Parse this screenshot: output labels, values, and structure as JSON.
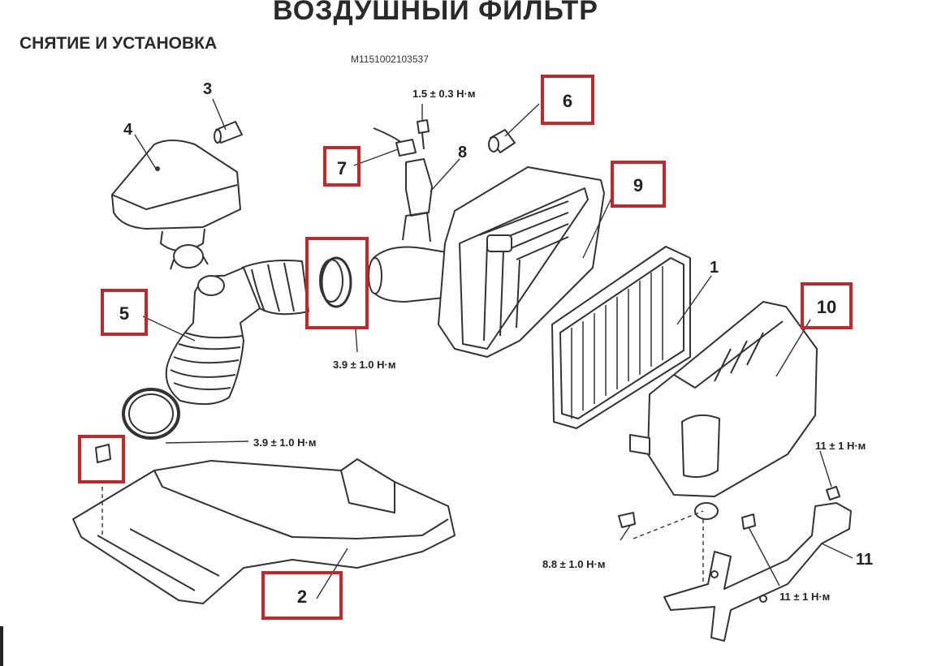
{
  "header": {
    "title": "ВОЗДУШНЫЙ ФИЛЬТР",
    "subtitle": "СНЯТИЕ И УСТАНОВКА",
    "doc_id": "M1151002103537"
  },
  "part_labels": {
    "p1": "1",
    "p2": "2",
    "p3": "3",
    "p4": "4",
    "p5": "5",
    "p6": "6",
    "p7": "7",
    "p8": "8",
    "p9": "9",
    "p10": "10",
    "p11": "11"
  },
  "torque_specs": {
    "sensor_bolt": "1.5 ± 0.3 Н·м",
    "clamp_upper": "3.9 ± 1.0 Н·м",
    "clamp_lower": "3.9 ± 1.0 Н·м",
    "housing_bolt": "8.8 ± 1.0 Н·м",
    "bracket_nut_upper": "11 ± 1 Н·м",
    "bracket_nut_lower": "11 ± 1 Н·м"
  },
  "highlight_color": "#c0282d"
}
